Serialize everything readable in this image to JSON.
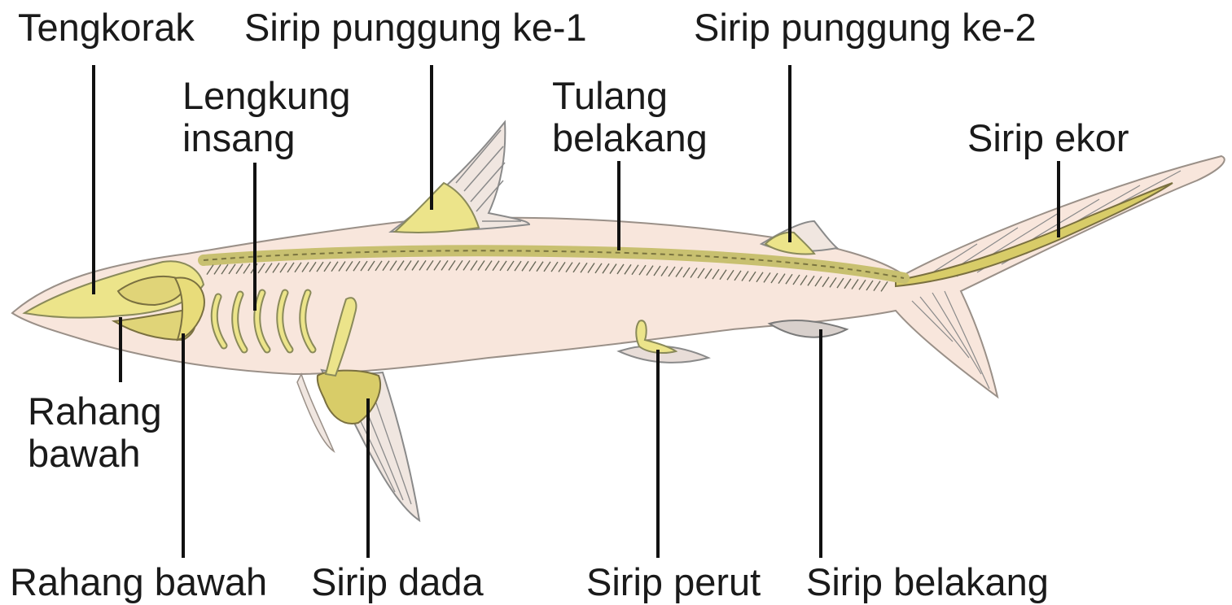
{
  "labels": {
    "tengkorak": "Tengkorak",
    "sirip_punggung_1": "Sirip punggung ke-1",
    "sirip_punggung_2": "Sirip punggung ke-2",
    "lengkung_insang_1": "Lengkung",
    "lengkung_insang_2": "insang",
    "tulang_belakang_1": "Tulang",
    "tulang_belakang_2": "belakang",
    "sirip_ekor": "Sirip ekor",
    "rahang_bawah_left_1": "Rahang",
    "rahang_bawah_left_2": "bawah",
    "rahang_bawah_bottom": "Rahang bawah",
    "sirip_dada": "Sirip dada",
    "sirip_perut": "Sirip perut",
    "sirip_belakang": "Sirip belakang"
  },
  "colors": {
    "body": "#f8e6dc",
    "cartilage": "#ece48a",
    "outline": "#7a7a6a",
    "fin_ray": "#8a8a8a",
    "leader": "#111111"
  }
}
